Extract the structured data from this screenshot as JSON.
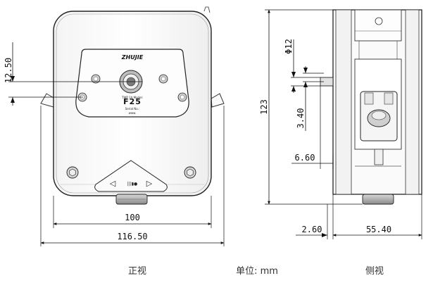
{
  "views": {
    "front_label": "正视",
    "side_label": "侧视",
    "unit_label": "单位: mm"
  },
  "product": {
    "logo_text": "ZHUJIE",
    "model": "F25",
    "nameplate_line1": "TWP 1A  Model: ",
    "nameplate_line2": "Serial No.:",
    "nameplate_line3": "www.",
    "button_left_symbol": "◁",
    "button_right_symbol": "▷",
    "button_top_text": "",
    "button_mid_text": "|||▮●"
  },
  "dimensions": {
    "front_height_offset": "12.50",
    "front_inner_width": "100",
    "front_overall_width": "116.50",
    "side_overall_height": "123",
    "side_shaft_diameter": "Φ12",
    "side_offset_1": "3.40",
    "side_offset_2": "6.60",
    "side_left_offset": "2.60",
    "side_depth": "55.40"
  }
}
